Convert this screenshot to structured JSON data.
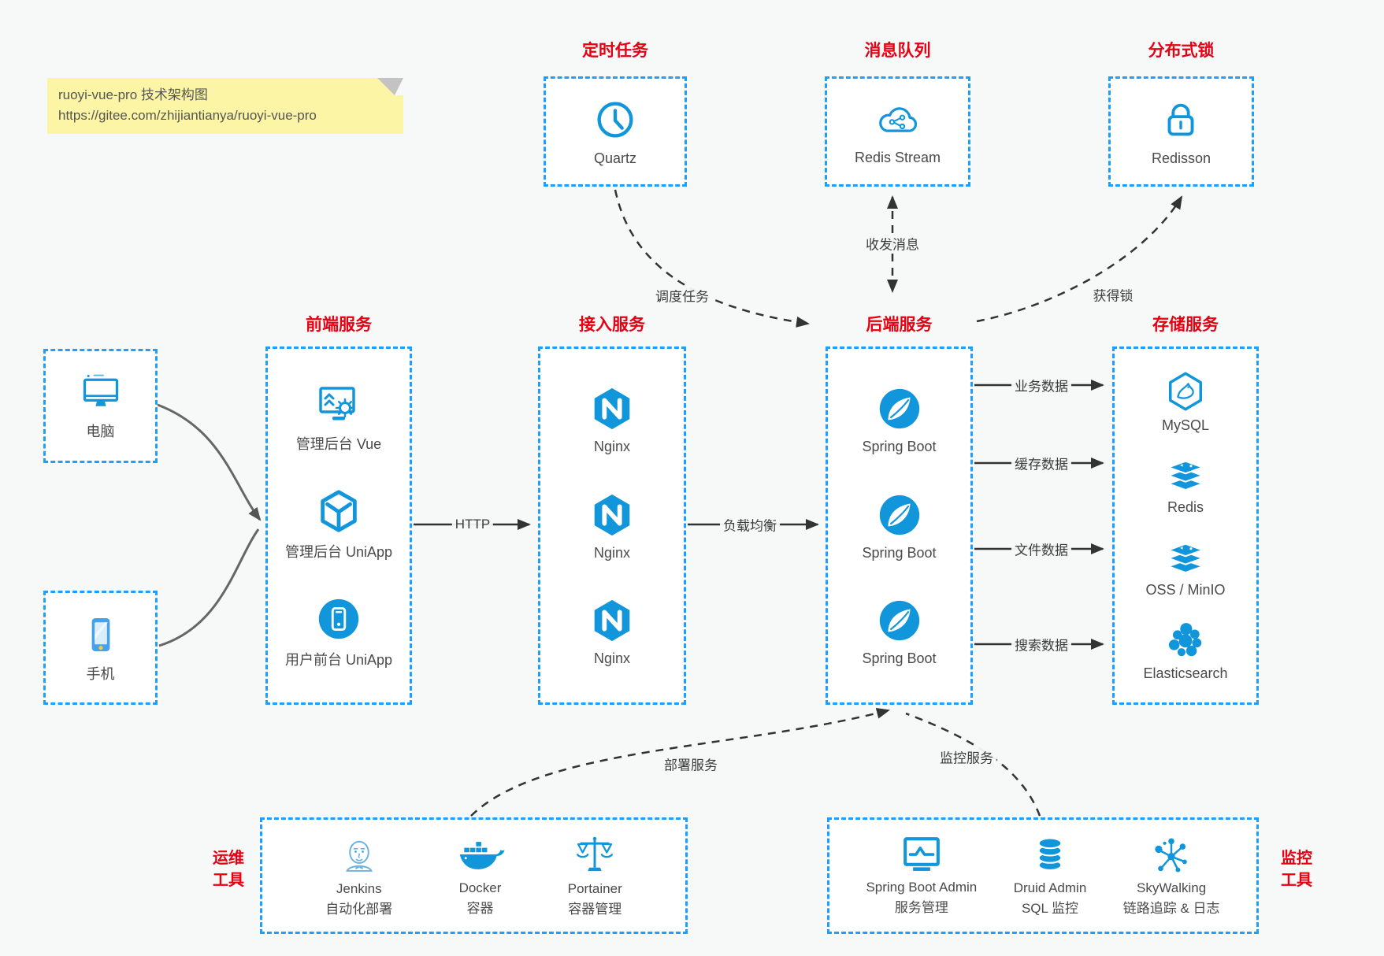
{
  "colors": {
    "icon_blue": "#1296db",
    "border_blue": "#1e9fff",
    "title_red": "#e60012",
    "arrow_dark": "#333333",
    "client_arrow_gray": "#666666",
    "note_bg": "#fcf5a6"
  },
  "note": {
    "line1": "ruoyi-vue-pro 技术架构图",
    "line2": "https://gitee.com/zhijiantianya/ruoyi-vue-pro"
  },
  "top_groups": {
    "scheduler": {
      "title": "定时任务",
      "item": {
        "label": "Quartz",
        "icon": "clock-icon"
      }
    },
    "mq": {
      "title": "消息队列",
      "item": {
        "label": "Redis Stream",
        "icon": "cloud-stream-icon"
      }
    },
    "lock": {
      "title": "分布式锁",
      "item": {
        "label": "Redisson",
        "icon": "lock-icon"
      }
    }
  },
  "clients": {
    "pc": {
      "label": "电脑",
      "icon": "desktop-icon"
    },
    "mobile": {
      "label": "手机",
      "icon": "smartphone-icon"
    }
  },
  "columns": {
    "frontend": {
      "title": "前端服务",
      "items": [
        {
          "label": "管理后台 Vue",
          "icon": "admin-vue-icon"
        },
        {
          "label": "管理后台 UniApp",
          "icon": "uniapp-cube-icon"
        },
        {
          "label": "用户前台 UniApp",
          "icon": "user-app-icon"
        }
      ]
    },
    "gateway": {
      "title": "接入服务",
      "items": [
        {
          "label": "Nginx",
          "icon": "nginx-icon"
        },
        {
          "label": "Nginx",
          "icon": "nginx-icon"
        },
        {
          "label": "Nginx",
          "icon": "nginx-icon"
        }
      ]
    },
    "backend": {
      "title": "后端服务",
      "items": [
        {
          "label": "Spring Boot",
          "icon": "spring-icon"
        },
        {
          "label": "Spring Boot",
          "icon": "spring-icon"
        },
        {
          "label": "Spring Boot",
          "icon": "spring-icon"
        }
      ]
    },
    "storage": {
      "title": "存储服务",
      "items": [
        {
          "label": "MySQL",
          "icon": "mysql-icon"
        },
        {
          "label": "Redis",
          "icon": "redis-stack-icon"
        },
        {
          "label": "OSS / MinIO",
          "icon": "redis-stack-icon"
        },
        {
          "label": "Elasticsearch",
          "icon": "elasticsearch-icon"
        }
      ]
    }
  },
  "bottom_groups": {
    "ops": {
      "title_line1": "运维",
      "title_line2": "工具",
      "items": [
        {
          "name": "Jenkins",
          "desc": "自动化部署",
          "icon": "jenkins-icon"
        },
        {
          "name": "Docker",
          "desc": "容器",
          "icon": "docker-whale-icon"
        },
        {
          "name": "Portainer",
          "desc": "容器管理",
          "icon": "scales-icon"
        }
      ]
    },
    "monitoring": {
      "title_line1": "监控",
      "title_line2": "工具",
      "items": [
        {
          "name": "Spring Boot Admin",
          "desc": "服务管理",
          "icon": "chart-monitor-icon"
        },
        {
          "name": "Druid Admin",
          "desc": "SQL 监控",
          "icon": "database-icon"
        },
        {
          "name": "SkyWalking",
          "desc": "链路追踪 & 日志",
          "icon": "topology-icon"
        }
      ]
    }
  },
  "edge_labels": {
    "http": "HTTP",
    "load_balance": "负载均衡",
    "schedule": "调度任务",
    "message": "收发消息",
    "acquire_lock": "获得锁",
    "biz_data": "业务数据",
    "cache_data": "缓存数据",
    "file_data": "文件数据",
    "search_data": "搜索数据",
    "deploy": "部署服务",
    "monitor": "监控服务"
  }
}
